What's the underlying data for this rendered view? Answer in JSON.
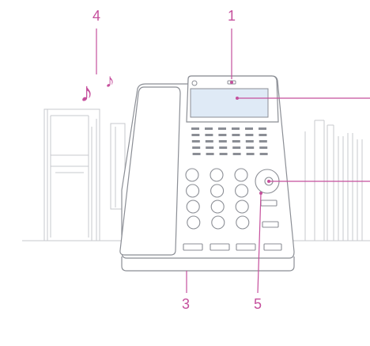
{
  "labels": {
    "callout_1": "1",
    "callout_3": "3",
    "callout_4": "4",
    "callout_5": "5"
  },
  "symbols": {
    "ringing_notes": "♪"
  },
  "colors": {
    "accent": "#c54f9c",
    "line": "#8b8e95",
    "light_line": "#c7c9cd",
    "screen": "#dfeaf6",
    "body": "#ffffff"
  }
}
